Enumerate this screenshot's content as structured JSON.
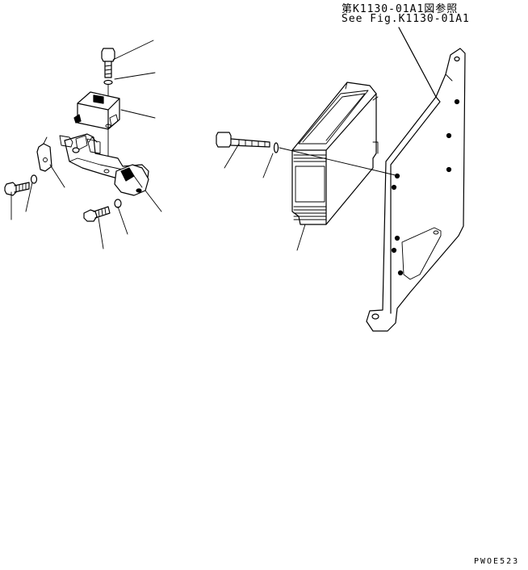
{
  "reference": {
    "japanese": "第K1130-01A1図参照",
    "english": "See Fig.K1130-01A1"
  },
  "drawing_code": "PWOE523",
  "parts": [
    {
      "name": "bolt-upper-left"
    },
    {
      "name": "washer-upper-left"
    },
    {
      "name": "relay"
    },
    {
      "name": "bracket-left"
    },
    {
      "name": "bolt-lower-left"
    },
    {
      "name": "washer-lower-left"
    },
    {
      "name": "connector-mount"
    },
    {
      "name": "bolt-lower-middle"
    },
    {
      "name": "washer-lower-middle"
    },
    {
      "name": "long-bolt"
    },
    {
      "name": "washer-long-bolt"
    },
    {
      "name": "controller-unit"
    },
    {
      "name": "mounting-plate"
    }
  ]
}
